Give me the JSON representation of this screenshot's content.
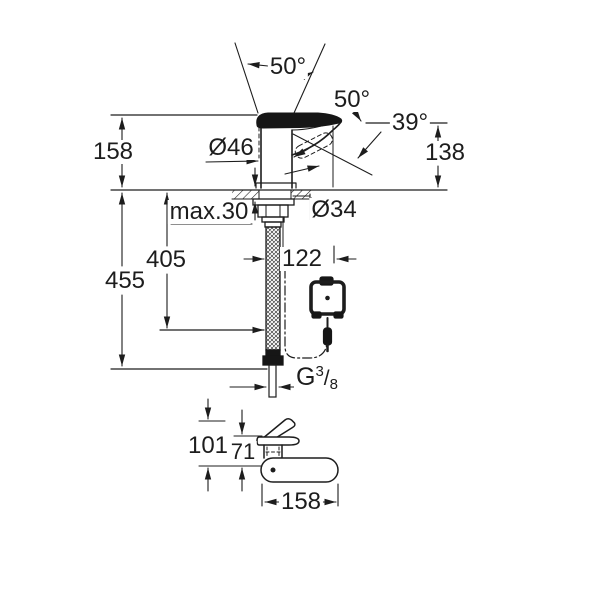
{
  "drawing": {
    "background": "#ffffff",
    "ink_color": "#1d1d1d",
    "dimensions": {
      "lever_swing_angle": "50°",
      "spout_swing_angle": "50°",
      "stream_angle": "39°",
      "body_diameter": "Ø46",
      "height_above_deck": "158",
      "spout_outlet_height": "138",
      "max_deck_thickness": "max.30",
      "mounting_hole_diameter": "Ø34",
      "hose_length": "405",
      "plug_offset": "122",
      "overall_under_deck_length": "455",
      "thread": {
        "prefix": "G",
        "numerator": "3",
        "slash": "/",
        "denominator": "8"
      },
      "side_overall_height": "101",
      "side_body_height": "71",
      "side_overall_length": "158"
    }
  }
}
